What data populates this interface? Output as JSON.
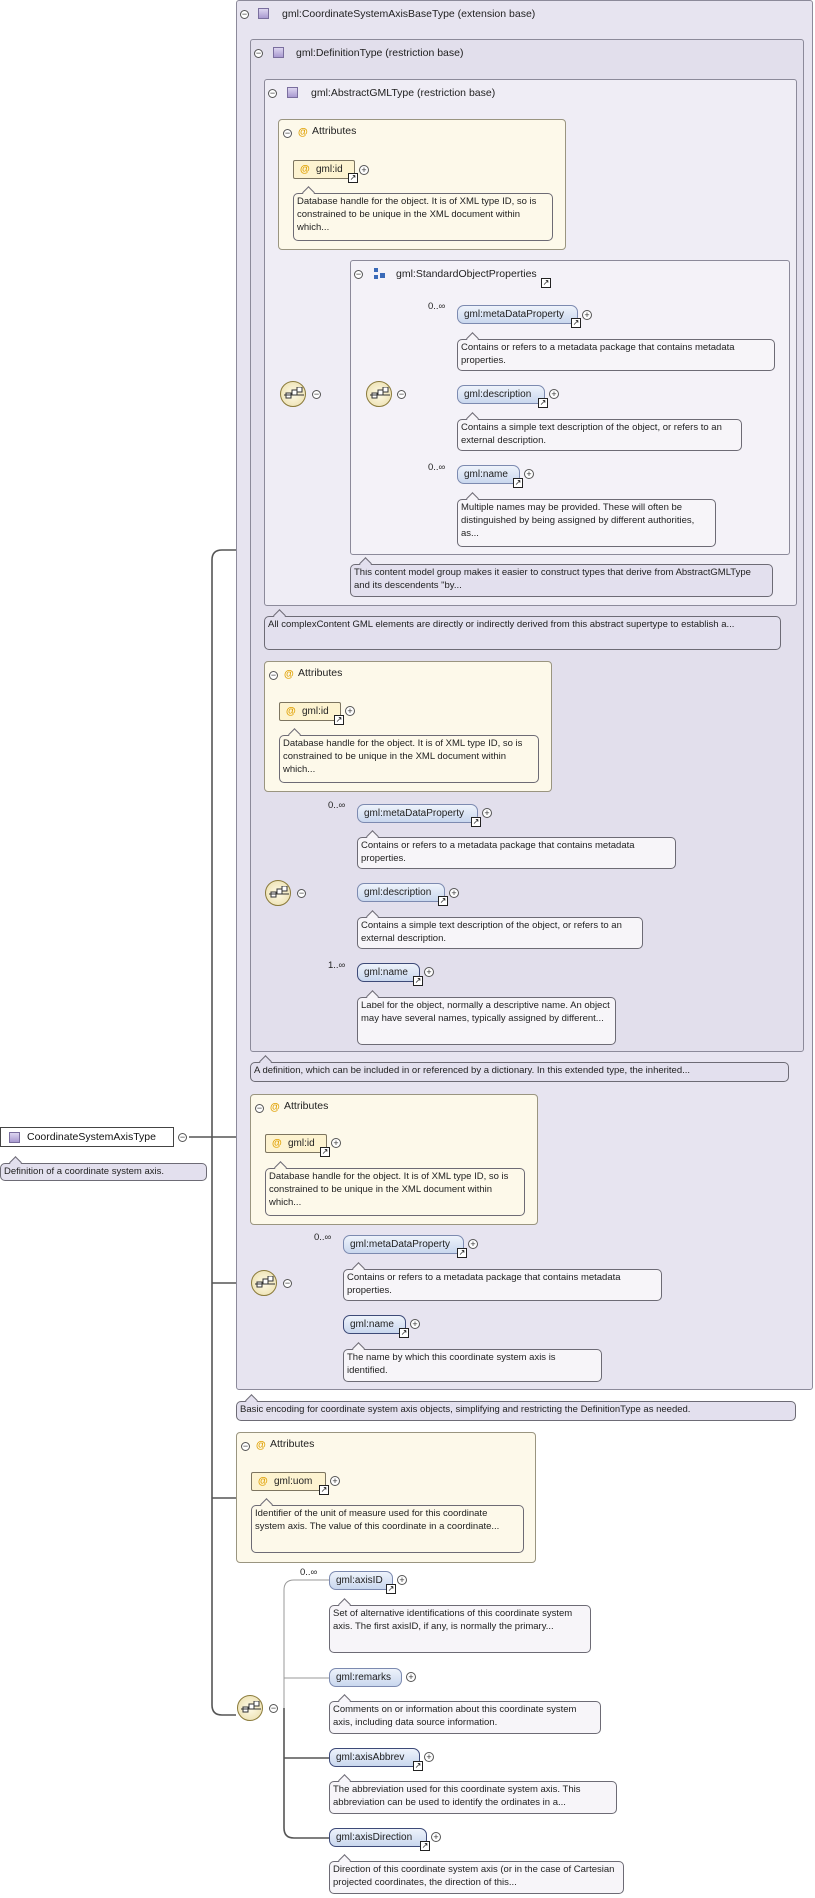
{
  "root": {
    "name": "CoordinateSystemAxisType",
    "doc": "Definition of a coordinate system axis."
  },
  "base_type": {
    "name": "gml:CoordinateSystemAxisBaseType",
    "kind": "(extension base)",
    "doc": "Basic encoding for coordinate system axis objects, simplifying and restricting the DefinitionType as needed."
  },
  "definition_type": {
    "name": "gml:DefinitionType",
    "kind": "(restriction base)",
    "doc": "A definition, which can be included in or referenced by a dictionary. In this extended type, the inherited..."
  },
  "abstract_gml_type": {
    "name": "gml:AbstractGMLType",
    "kind": "(restriction base)",
    "doc": "All complexContent GML elements are directly or indirectly derived from this abstract supertype to establish a..."
  },
  "attributes_label": "Attributes",
  "gml_id": {
    "name": "gml:id",
    "doc": "Database handle for the object. It is of XML type ID, so is constrained to be unique in the XML document within which..."
  },
  "std_props": {
    "name": "gml:StandardObjectProperties",
    "doc": "This content model group makes it easier to construct types that derive from AbstractGMLType and its descendents \"by...",
    "elements": [
      {
        "name": "gml:metaDataProperty",
        "occ": "0..∞",
        "doc": "Contains or refers to a metadata package that contains metadata properties."
      },
      {
        "name": "gml:description",
        "occ": "",
        "doc": "Contains a simple text description of the object, or refers to an external description."
      },
      {
        "name": "gml:name",
        "occ": "0..∞",
        "doc": "Multiple names may be provided. These will often be distinguished by being assigned by different authorities, as..."
      }
    ]
  },
  "def_elements": [
    {
      "name": "gml:metaDataProperty",
      "occ": "0..∞",
      "doc": "Contains or refers to a metadata package that contains metadata properties."
    },
    {
      "name": "gml:description",
      "occ": "",
      "doc": "Contains a simple text description of the object, or refers to an external description."
    },
    {
      "name": "gml:name",
      "occ": "1..∞",
      "doc": "Label for the object, normally a descriptive name. An object may have several names, typically assigned by different..."
    }
  ],
  "base_elements": [
    {
      "name": "gml:metaDataProperty",
      "occ": "0..∞",
      "doc": "Contains or refers to a metadata package that contains metadata properties."
    },
    {
      "name": "gml:name",
      "occ": "",
      "doc": "The name by which this coordinate system axis is identified."
    }
  ],
  "uom": {
    "name": "gml:uom",
    "doc": "Identifier of the unit of measure used for this coordinate system axis. The value of this coordinate in a coordinate..."
  },
  "axis_elements": [
    {
      "name": "gml:axisID",
      "occ": "0..∞",
      "doc": "Set of alternative identifications of this coordinate system axis. The first axisID, if any, is normally the primary..."
    },
    {
      "name": "gml:remarks",
      "occ": "",
      "doc": "Comments on or information about this coordinate system axis, including data source information."
    },
    {
      "name": "gml:axisAbbrev",
      "occ": "",
      "doc": "The abbreviation used for this coordinate system axis. This abbreviation can be used to identify the ordinates in a..."
    },
    {
      "name": "gml:axisDirection",
      "occ": "",
      "doc": "Direction of this coordinate system axis (or in the case of Cartesian projected coordinates, the direction of this..."
    }
  ],
  "icons": {
    "complex_type": "complex-type-icon",
    "attribute": "attribute-icon",
    "sequence": "sequence-compositor-icon",
    "group": "group-icon",
    "link": "link-arrow-icon",
    "expand": "expand-plus-icon",
    "collapse": "collapse-minus-icon"
  },
  "colors": {
    "type_box": "#efedf5",
    "attribute_box": "#fdf9ea",
    "element_pill": "#c9d7ee",
    "connector": "#444444"
  }
}
